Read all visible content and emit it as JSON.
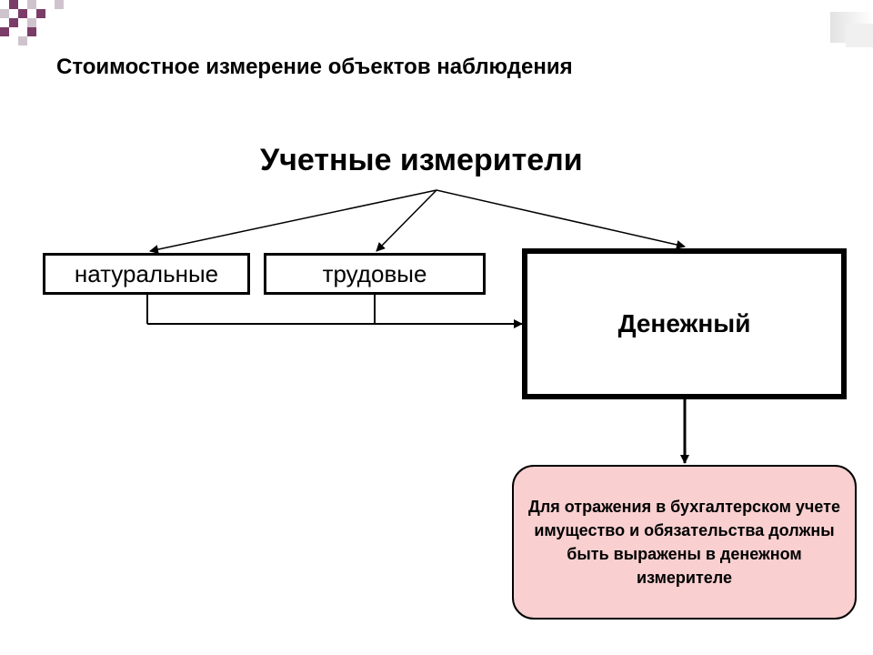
{
  "slide": {
    "title": "Стоимостное измерение объектов наблюдения"
  },
  "diagram": {
    "heading": "Учетные измерители",
    "boxes": {
      "natural": "натуральные",
      "labor": "трудовые",
      "money": "Денежный"
    },
    "note": "Для отражения в бухгалтерском учете имущество и обязательства должны быть выражены в денежном измерителе"
  },
  "colors": {
    "accent_dark": "#7b3c68",
    "accent_light": "#cfc4cd",
    "note_fill": "#f9cfd0"
  }
}
